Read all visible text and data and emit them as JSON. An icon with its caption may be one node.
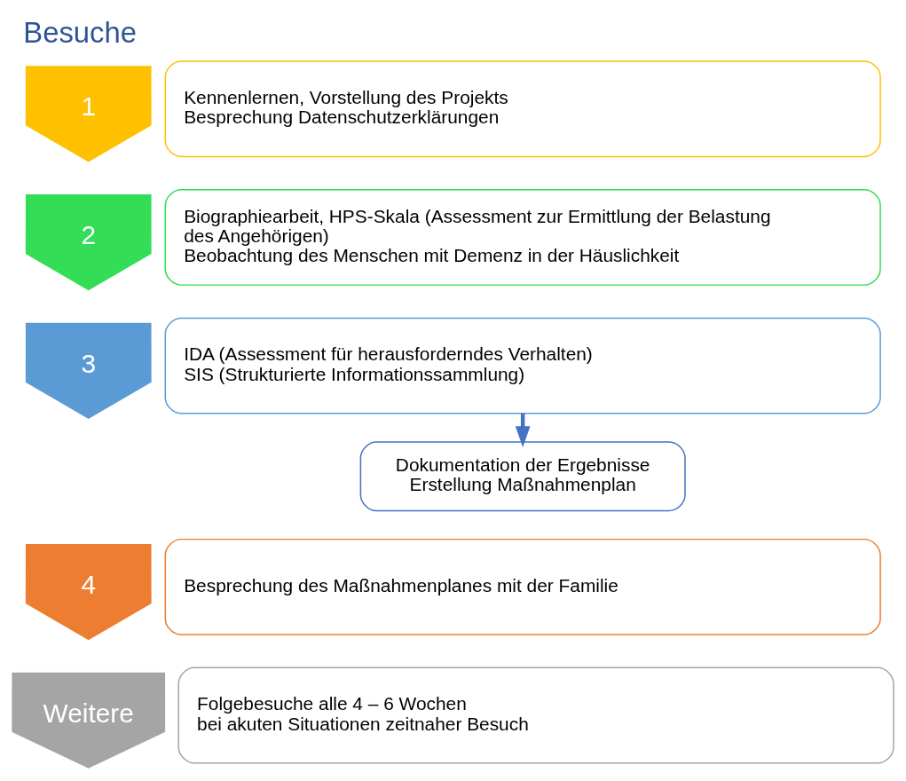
{
  "diagram": {
    "title": "Besuche",
    "nodes": [
      {
        "text": [
          "1"
        ]
      },
      {
        "text": [
          "Kennenlernen, Vorstellung des Projekts",
          "Besprechung Datenschutzerklärungen"
        ]
      },
      {
        "text": [
          "2"
        ]
      },
      {
        "text": [
          "Biographiearbeit, HPS-Skala (Assessment zur Ermittlung der Belastung des Angehörigen)",
          "Beobachtung des Menschen mit Demenz in der Häuslichkeit"
        ]
      },
      {
        "text": [
          "3"
        ]
      },
      {
        "text": [
          "IDA (Assessment für herausforderndes Verhalten)",
          "SIS (Strukturierte Informationssammlung)"
        ]
      },
      {
        "text": [
          "Dokumentation der Ergebnisse",
          "Erstellung Maßnahmenplan"
        ]
      },
      {
        "text": [
          "4"
        ]
      },
      {
        "text": [
          "Besprechung des Maßnahmenplanes mit der Familie"
        ]
      },
      {
        "text": [
          "Weitere"
        ]
      },
      {
        "text": [
          "Folgebesuche alle 4 – 6 Wochen",
          "bei akuten Situationen zeitnaher Besuch"
        ]
      }
    ],
    "edges": [
      {
        "from": 5,
        "to": 6,
        "arrow": "to",
        "color": "#4472c4"
      }
    ]
  }
}
